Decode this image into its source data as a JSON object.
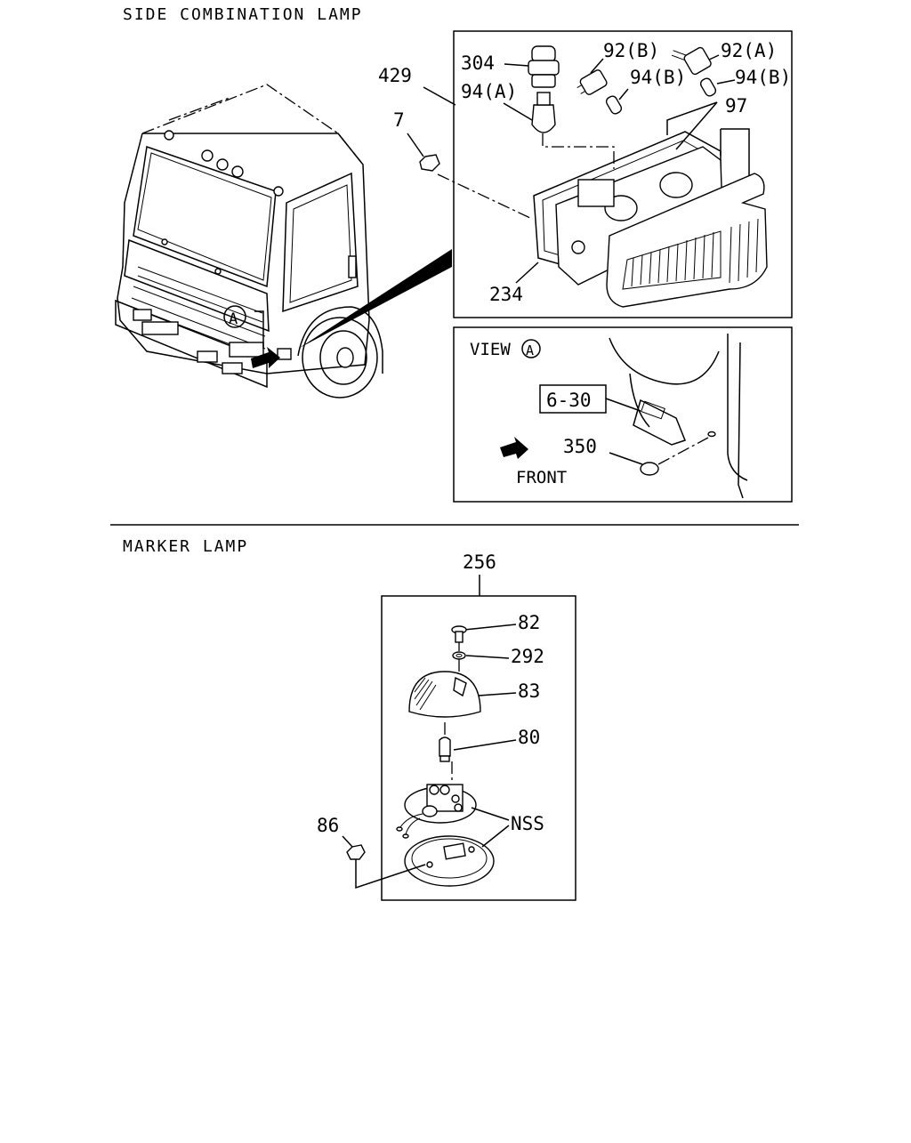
{
  "sections": {
    "side_combination_lamp": "SIDE COMBINATION LAMP",
    "marker_lamp": "MARKER LAMP"
  },
  "labels": {
    "p429": "429",
    "p304": "304",
    "p92b": "92(B)",
    "p92a": "92(A)",
    "p94a": "94(A)",
    "p94b_1": "94(B)",
    "p94b_2": "94(B)",
    "p97": "97",
    "p7": "7",
    "p234": "234",
    "callout_a": "A",
    "view_text": "VIEW",
    "view_a": "A",
    "ref_630": "6-30",
    "p350": "350",
    "front": "FRONT",
    "p256": "256",
    "p82": "82",
    "p292": "292",
    "p83": "83",
    "p80": "80",
    "p86": "86",
    "nss": "NSS"
  }
}
